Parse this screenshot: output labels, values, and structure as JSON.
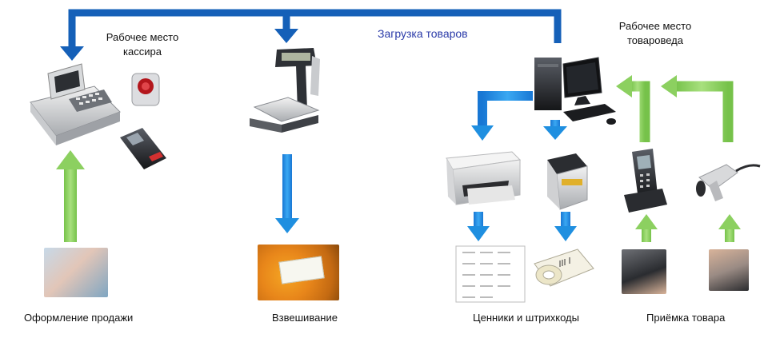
{
  "workplaces": {
    "cashier": "Рабочее место кассира",
    "merchandiser": "Рабочее место товароведа"
  },
  "flows": {
    "goods_upload": "Загрузка товаров"
  },
  "processes": {
    "sale": "Оформление продажи",
    "weighing": "Взвешивание",
    "price_tags": "Ценники и штрихкоды",
    "receiving": "Приёмка товара"
  },
  "colors": {
    "blue_arrow": "#1f8fe0",
    "upload_arrow": "#1560b8",
    "green_arrow": "#8cd060",
    "label_blue": "#2a3aa8"
  },
  "icons": [
    "pos-terminal-icon",
    "barcode-scanner-icon",
    "card-reader-icon",
    "label-scale-icon",
    "computer-icon",
    "laser-printer-icon",
    "label-printer-icon",
    "data-terminal-icon",
    "handheld-scanner-icon"
  ]
}
